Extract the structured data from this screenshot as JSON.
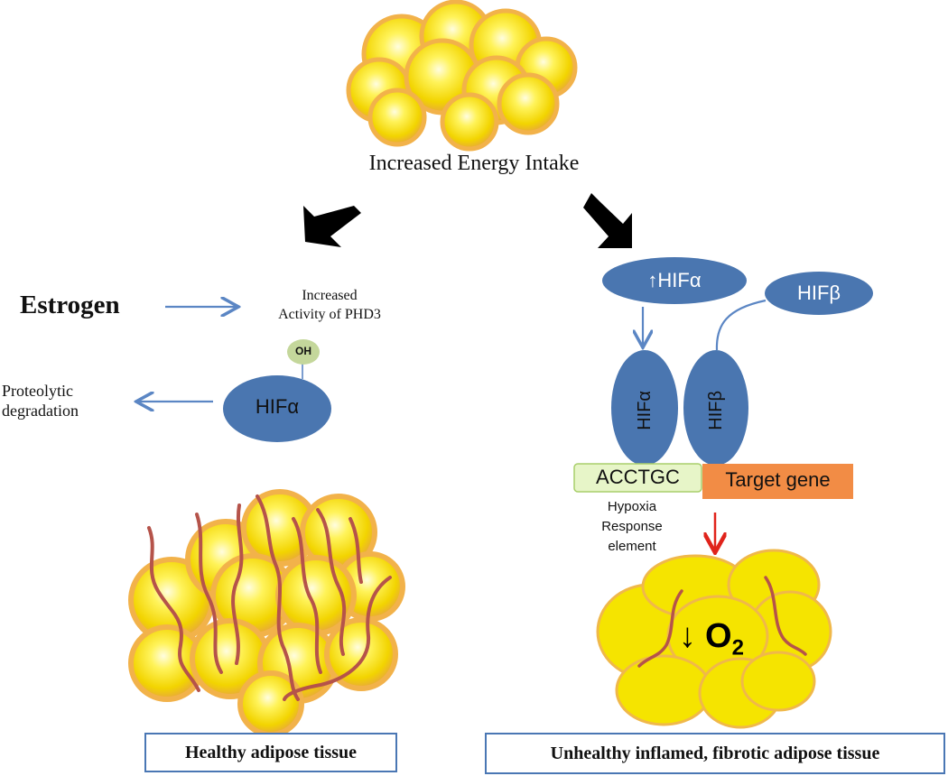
{
  "top": {
    "intake_label": "Increased Energy Intake"
  },
  "left": {
    "estrogen": "Estrogen",
    "phd3_line1": "Increased",
    "phd3_line2": "Activity of PHD3",
    "oh_badge": "OH",
    "hif_alpha": "HIFα",
    "degradation_line1": "Proteolytic",
    "degradation_line2": "degradation",
    "caption": "Healthy adipose tissue"
  },
  "right": {
    "up_hif_alpha": "↑HIFα",
    "hif_beta_top": "HIFβ",
    "hif_alpha_bound": "HIFα",
    "hif_beta_bound": "HIFβ",
    "hre_sequence": "ACCTGC",
    "target_gene": "Target gene",
    "hre_line1": "Hypoxia",
    "hre_line2": "Response",
    "hre_line3": "element",
    "o2_arrow": "↓",
    "o2_label": "O",
    "o2_sub": "2",
    "caption": "Unhealthy inflamed, fibrotic adipose tissue"
  },
  "colors": {
    "hif_blue": "#4a76b0",
    "arrow_blue": "#5b86c4",
    "fat_yellow": "#f5e400",
    "fat_rim": "#f2b24a",
    "vessel": "#b5534a",
    "target_orange": "#f28c45",
    "hre_green": "#e7f5c8",
    "oh_green": "#c4d79b",
    "red_arrow": "#e0231b"
  }
}
